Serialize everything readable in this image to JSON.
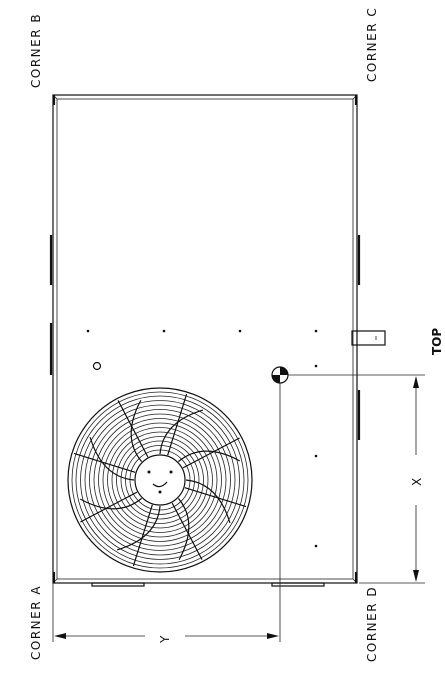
{
  "labels": {
    "corner_a": "CORNER A",
    "corner_b": "CORNER B",
    "corner_c": "CORNER C",
    "corner_d": "CORNER D",
    "top": "TOP",
    "dim_x": "X",
    "dim_y": "Y"
  },
  "colors": {
    "line": "#111111",
    "background": "#ffffff"
  },
  "icons": {
    "center_of_gravity": "center-of-gravity-symbol",
    "fan": "fan-grille-icon"
  }
}
